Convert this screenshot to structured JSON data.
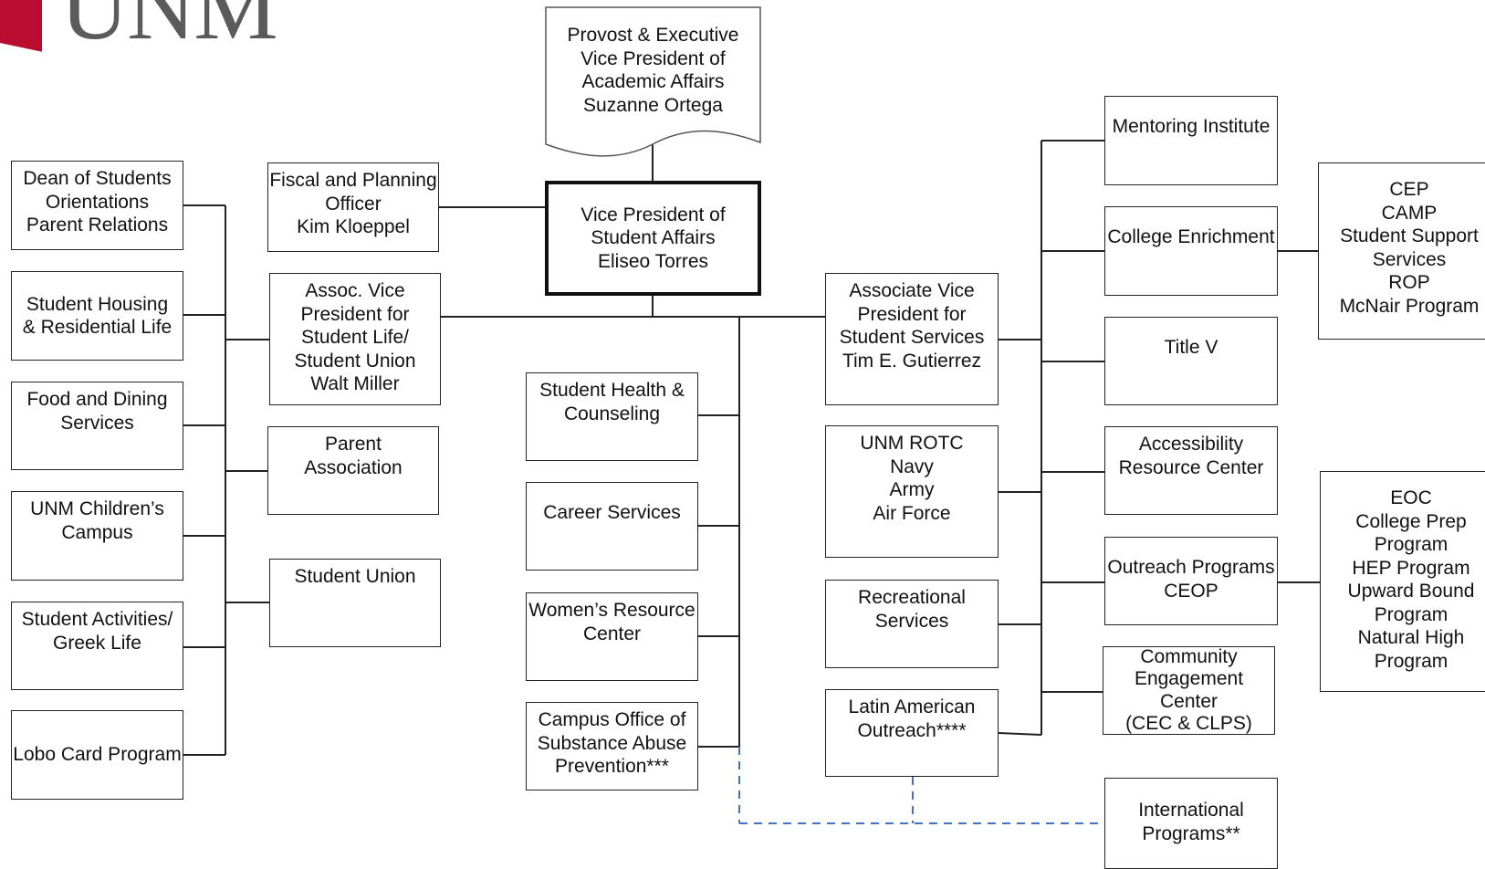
{
  "logo": {
    "text": "UNM",
    "brand_color": "#ba0c2f",
    "text_color": "#5b5b5b"
  },
  "line_color": "#222222",
  "dashed_line_color": "#4472c4",
  "boxes": {
    "provost": "Provost & Executive\nVice President of\nAcademic Affairs\nSuzanne Ortega",
    "vp": "Vice President of\nStudent Affairs\nEliseo Torres",
    "fiscal": "Fiscal and Planning\nOfficer\nKim Kloeppel",
    "assoc_life": "Assoc. Vice\nPresident for\nStudent Life/\nStudent Union\nWalt Miller",
    "parent_assoc": "Parent\nAssociation",
    "student_union": "Student Union",
    "dean": "Dean of Students\nOrientations\nParent Relations",
    "housing": "Student Housing\n& Residential Life",
    "food": "Food and Dining\nServices",
    "children": "UNM Children’s\nCampus",
    "activities": "Student Activities/\nGreek Life",
    "lobo": "Lobo Card Program",
    "health": "Student Health &\nCounseling",
    "career": "Career Services",
    "womens": "Women’s Resource\nCenter",
    "substance": "Campus Office of\nSubstance Abuse\nPrevention***",
    "assoc_services": "Associate Vice\nPresident for\nStudent Services\nTim E. Gutierrez",
    "rotc": "UNM ROTC\nNavy\nArmy\nAir Force",
    "rec": "Recreational\nServices",
    "latin": "Latin American\nOutreach****",
    "mentoring": "Mentoring Institute",
    "college_enrich": "College Enrichment",
    "title_v": "Title V",
    "accessibility": "Accessibility\nResource Center",
    "outreach": "Outreach Programs\nCEOP",
    "community": "Community\nEngagement\nCenter\n(CEC & CLPS)",
    "international": "International\nPrograms**",
    "cep": "CEP\nCAMP\nStudent Support\nServices\nROP\nMcNair Program",
    "eoc": "EOC\nCollege Prep\nProgram\nHEP Program\nUpward Bound\nProgram\nNatural High\nProgram"
  }
}
